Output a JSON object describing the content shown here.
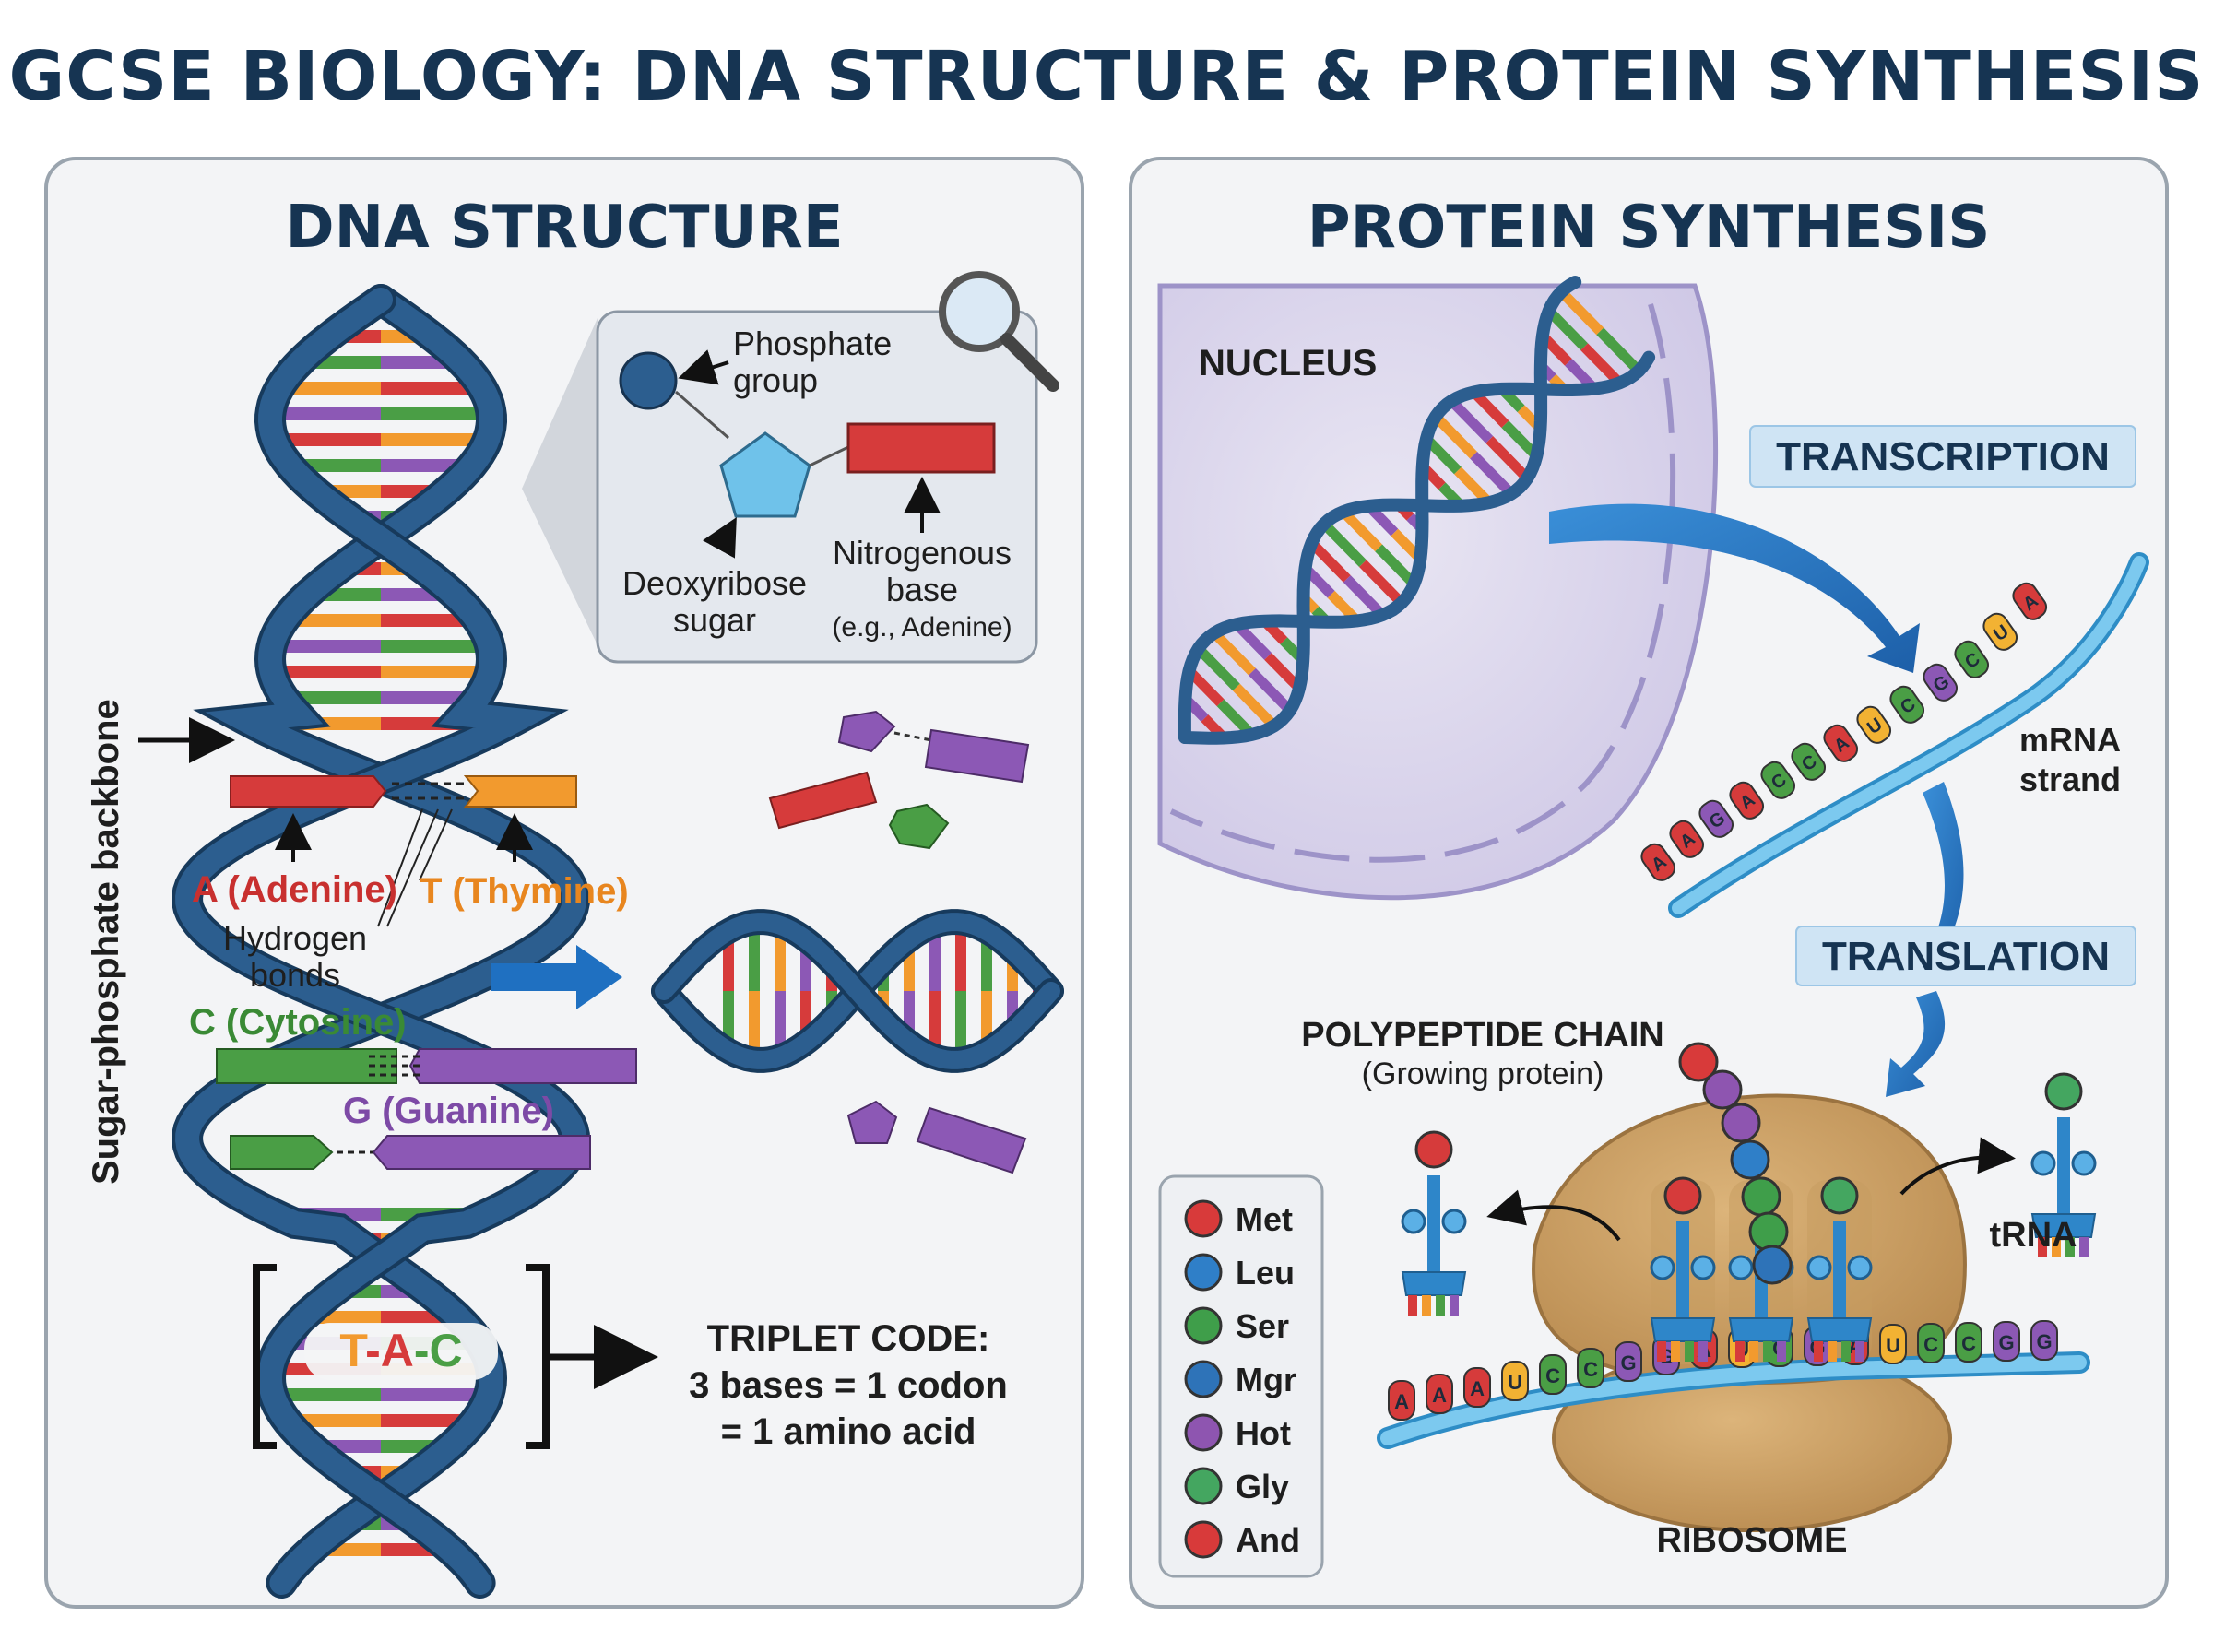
{
  "title": "GCSE BIOLOGY: DNA STRUCTURE & PROTEIN SYNTHESIS",
  "dna_panel": {
    "title": "DNA STRUCTURE",
    "backbone_label": "Sugar-phosphate backbone",
    "nucleotide": {
      "phosphate": "Phosphate",
      "phosphate_2": "group",
      "sugar": "Deoxyribose",
      "sugar_2": "sugar",
      "base": "Nitrogenous",
      "base_2": "base",
      "base_example": "(e.g., Adenine)"
    },
    "bases": {
      "adenine": "A (Adenine)",
      "thymine": "T (Thymine)",
      "cytosine": "C (Cytosine)",
      "guanine": "G (Guanine)"
    },
    "hydrogen": "Hydrogen",
    "hydrogen_2": "bonds",
    "triplet": {
      "t": "T",
      "dash1": "-",
      "a": "A",
      "dash2": "-",
      "c": "C"
    },
    "triplet_code_1": "TRIPLET CODE:",
    "triplet_code_2": "3 bases = 1 codon",
    "triplet_code_3": "= 1 amino acid"
  },
  "protein_panel": {
    "title": "PROTEIN SYNTHESIS",
    "nucleus": "NUCLEUS",
    "transcription": "TRANSCRIPTION",
    "translation": "TRANSLATION",
    "mrna": "mRNA",
    "mrna_2": "strand",
    "polypeptide": "POLYPEPTIDE CHAIN",
    "polypeptide_2": "(Growing protein)",
    "trna": "tRNA",
    "ribosome": "RIBOSOME",
    "mrna_strand_bases": [
      "A",
      "A",
      "G",
      "A",
      "C",
      "C",
      "A",
      "U",
      "C",
      "G",
      "C",
      "U",
      "A"
    ],
    "ribosome_mrna_bases": [
      "A",
      "A",
      "A",
      "U",
      "C",
      "C",
      "G",
      "G",
      "A",
      "U",
      "C",
      "G",
      "A",
      "U",
      "C",
      "C",
      "G",
      "G"
    ],
    "legend": [
      {
        "label": "Met",
        "color": "#d83a3a"
      },
      {
        "label": "Leu",
        "color": "#2f7fc8"
      },
      {
        "label": "Ser",
        "color": "#3f9e4a"
      },
      {
        "label": "Mgr",
        "color": "#2e73b8"
      },
      {
        "label": "Hot",
        "color": "#8e55b0"
      },
      {
        "label": "Gly",
        "color": "#44a660"
      },
      {
        "label": "And",
        "color": "#d83a3a"
      }
    ]
  },
  "colors": {
    "adenine": "#d63b3b",
    "thymine": "#f29a2e",
    "cytosine": "#4a9e45",
    "guanine": "#8c58b5",
    "backbone": "#2c5e8f",
    "heading": "#163452"
  }
}
